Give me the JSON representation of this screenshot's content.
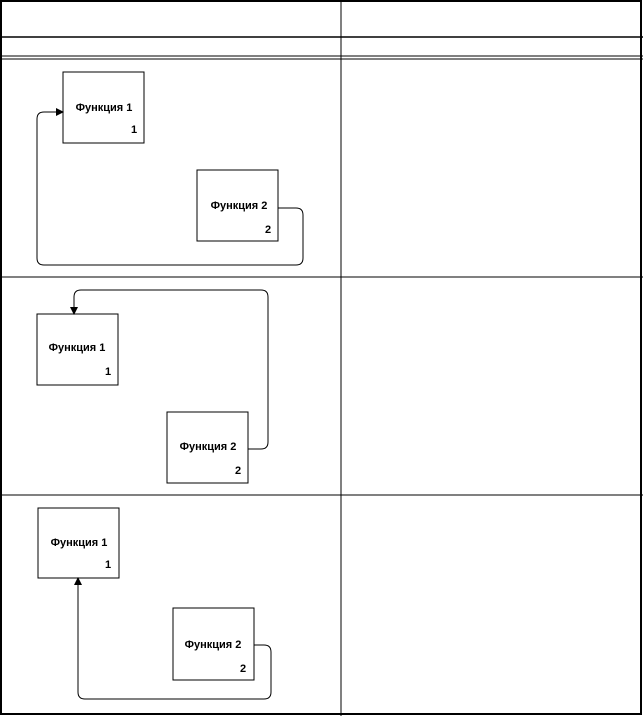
{
  "table": {
    "header": {
      "col1": "",
      "col2": ""
    },
    "subheader": {
      "col1": "",
      "col2": ""
    }
  },
  "rows": [
    {
      "box1": {
        "title": "Функция 1",
        "number": "1"
      },
      "box2": {
        "title": "Функция 2",
        "number": "2"
      },
      "description": ""
    },
    {
      "box1": {
        "title": "Функция 1",
        "number": "1"
      },
      "box2": {
        "title": "Функция 2",
        "number": "2"
      },
      "description": ""
    },
    {
      "box1": {
        "title": "Функция 1",
        "number": "1"
      },
      "box2": {
        "title": "Функция 2",
        "number": "2"
      },
      "description": ""
    }
  ]
}
